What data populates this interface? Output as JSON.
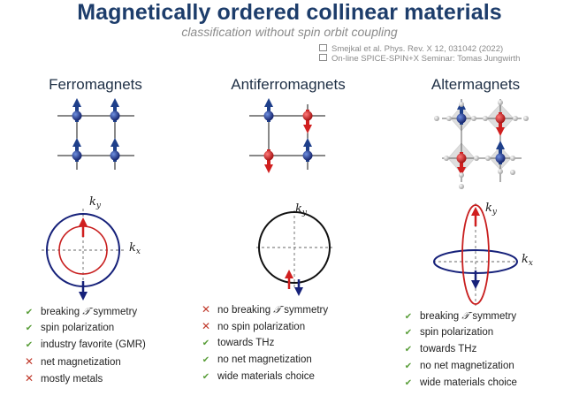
{
  "header": {
    "title": "Magnetically ordered collinear materials",
    "subtitle": "classification without spin orbit coupling",
    "refs": [
      "Smejkal et al. Phys. Rev. X 12, 031042 (2022)",
      "On-line SPICE-SPIN+X Seminar: Tomas Jungwirth"
    ]
  },
  "columns": [
    {
      "title": "Ferromagnets",
      "k_labels": {
        "ky": "k",
        "ky_sub": "y",
        "kx": "k",
        "kx_sub": "x"
      },
      "properties": [
        {
          "mark": "check",
          "pre": "breaking ",
          "sym": "𝒯",
          "post": " symmetry"
        },
        {
          "mark": "check",
          "pre": "spin polarization"
        },
        {
          "mark": "check",
          "pre": "industry favorite (GMR)"
        },
        {
          "mark": "cross",
          "pre": "net magnetization"
        },
        {
          "mark": "cross",
          "pre": "mostly metals"
        }
      ]
    },
    {
      "title": "Antiferromagnets",
      "k_labels": {
        "ky": "k",
        "ky_sub": "y"
      },
      "properties": [
        {
          "mark": "cross",
          "pre": "no breaking ",
          "sym": "𝒯",
          "post": " symmetry"
        },
        {
          "mark": "cross",
          "pre": "no spin polarization"
        },
        {
          "mark": "check",
          "pre": "towards THz"
        },
        {
          "mark": "check",
          "pre": "no net magnetization"
        },
        {
          "mark": "check",
          "pre": "wide materials choice"
        }
      ]
    },
    {
      "title": "Altermagnets",
      "k_labels": {
        "ky": "k",
        "ky_sub": "y",
        "kx": "k",
        "kx_sub": "x"
      },
      "properties": [
        {
          "mark": "check",
          "pre": "breaking ",
          "sym": "𝒯",
          "post": " symmetry"
        },
        {
          "mark": "check",
          "pre": "spin polarization"
        },
        {
          "mark": "check",
          "pre": "towards THz"
        },
        {
          "mark": "check",
          "pre": "no net magnetization"
        },
        {
          "mark": "check",
          "pre": "wide materials choice"
        }
      ]
    }
  ],
  "colors": {
    "title": "#1d3d6b",
    "spin_up": "#1e3f8a",
    "spin_down": "#d01f1f",
    "check": "#5a9e3a",
    "cross": "#c0392b"
  }
}
